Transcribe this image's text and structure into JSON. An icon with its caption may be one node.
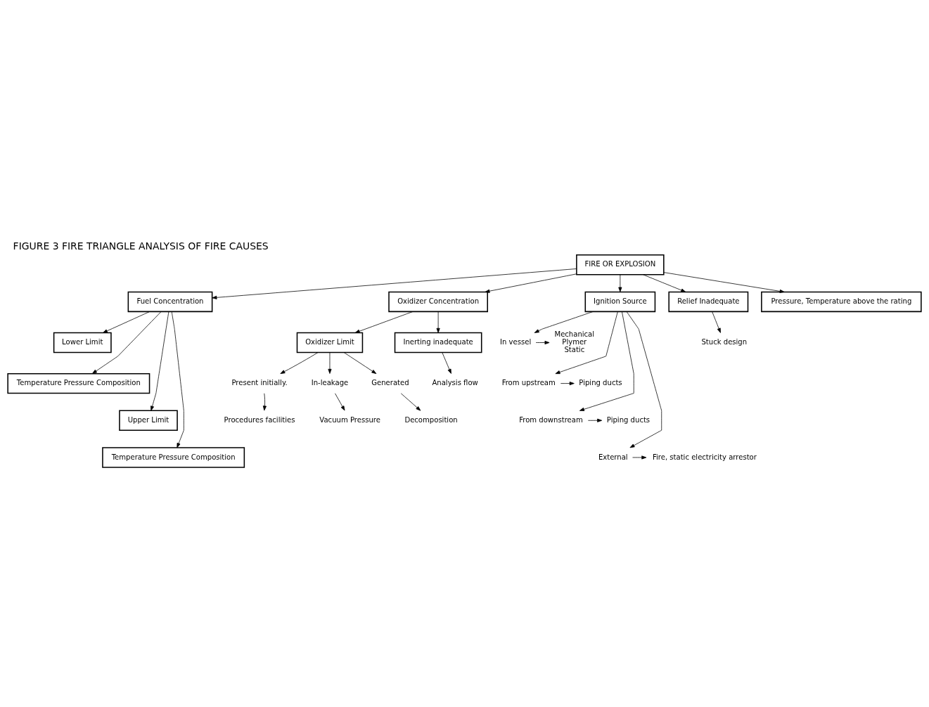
{
  "diagram": {
    "title": "FIGURE 3 FIRE TRIANGLE ANALYSIS OF FIRE CAUSES",
    "nodes": [
      {
        "text": [
          "FIRE OR EXPLOSION"
        ]
      },
      {
        "text": [
          "Fuel Concentration"
        ]
      },
      {
        "text": [
          "Oxidizer Concentration"
        ]
      },
      {
        "text": [
          "Ignition Source"
        ]
      },
      {
        "text": [
          "Relief Inadequate"
        ]
      },
      {
        "text": [
          "Pressure, Temperature above the rating"
        ]
      },
      {
        "text": [
          "Lower Limit"
        ]
      },
      {
        "text": [
          "Temperature Pressure Composition"
        ]
      },
      {
        "text": [
          "Upper Limit"
        ]
      },
      {
        "text": [
          "Temperature Pressure Composition"
        ]
      },
      {
        "text": [
          "Oxidizer Limit"
        ]
      },
      {
        "text": [
          "Inerting inadequate"
        ]
      },
      {
        "text": [
          "Analysis flow"
        ]
      },
      {
        "text": [
          "In vessel"
        ]
      },
      {
        "text": [
          "From upstream"
        ]
      },
      {
        "text": [
          "From downstream"
        ]
      },
      {
        "text": [
          "External"
        ]
      },
      {
        "text": [
          "Stuck design"
        ]
      },
      {
        "text": [
          "Mechanical",
          "Plymer",
          "Static"
        ]
      },
      {
        "text": [
          "Piping ducts"
        ]
      },
      {
        "text": [
          "Piping ducts"
        ]
      },
      {
        "text": [
          "Fire, static electricity arrestor"
        ]
      },
      {
        "text": [
          "Present initially."
        ]
      },
      {
        "text": [
          "Procedures facilities"
        ]
      },
      {
        "text": [
          "In-leakage"
        ]
      },
      {
        "text": [
          "Vacuum Pressure"
        ]
      },
      {
        "text": [
          "Generated"
        ]
      },
      {
        "text": [
          "Decomposition"
        ]
      }
    ],
    "edges": [
      {
        "from": 0,
        "to": 1,
        "arrow": "to"
      },
      {
        "from": 0,
        "to": 2,
        "arrow": "to"
      },
      {
        "from": 0,
        "to": 3,
        "arrow": "to"
      },
      {
        "from": 0,
        "to": 4,
        "arrow": "to"
      },
      {
        "from": 0,
        "to": 5,
        "arrow": "to"
      },
      {
        "from": 1,
        "to": 6,
        "arrow": "to"
      },
      {
        "from": 1,
        "to": 7,
        "arrow": "to"
      },
      {
        "from": 1,
        "to": 8,
        "arrow": "to"
      },
      {
        "from": 1,
        "to": 9,
        "arrow": "to"
      },
      {
        "from": 2,
        "to": 10,
        "arrow": "to"
      },
      {
        "from": 2,
        "to": 11,
        "arrow": "to"
      },
      {
        "from": 11,
        "to": 12,
        "arrow": "to"
      },
      {
        "from": 3,
        "to": 13,
        "arrow": "to"
      },
      {
        "from": 3,
        "to": 14,
        "arrow": "to"
      },
      {
        "from": 3,
        "to": 15,
        "arrow": "to"
      },
      {
        "from": 3,
        "to": 16,
        "arrow": "to"
      },
      {
        "from": 4,
        "to": 17,
        "arrow": "to"
      },
      {
        "from": 13,
        "to": 18,
        "arrow": "to"
      },
      {
        "from": 14,
        "to": 19,
        "arrow": "to"
      },
      {
        "from": 15,
        "to": 20,
        "arrow": "to"
      },
      {
        "from": 16,
        "to": 21,
        "arrow": "to"
      },
      {
        "from": 10,
        "to": 22,
        "arrow": "to"
      },
      {
        "from": 10,
        "to": 24,
        "arrow": "to"
      },
      {
        "from": 10,
        "to": 26,
        "arrow": "to"
      },
      {
        "from": 22,
        "to": 23,
        "arrow": "to"
      },
      {
        "from": 24,
        "to": 25,
        "arrow": "to"
      },
      {
        "from": 26,
        "to": 27,
        "arrow": "to"
      }
    ]
  }
}
